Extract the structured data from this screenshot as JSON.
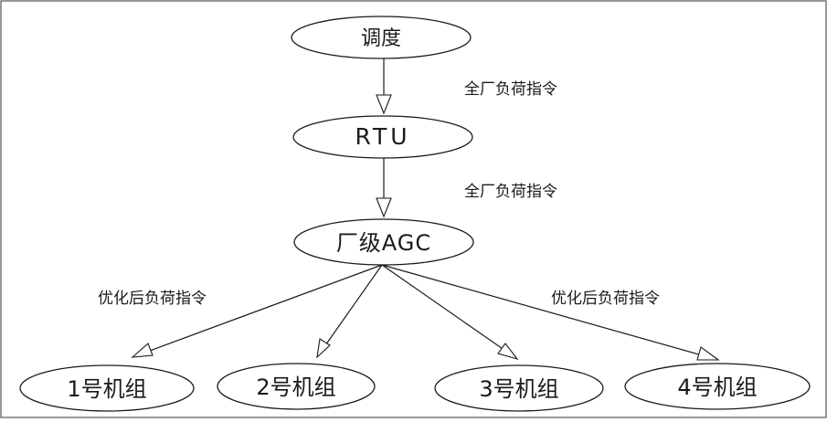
{
  "nodes": {
    "dispatch": "调度",
    "rtu": "RTU",
    "agc": "厂级AGC",
    "unit1": "1号机组",
    "unit2": "2号机组",
    "unit3": "3号机组",
    "unit4": "4号机组"
  },
  "edge_labels": {
    "dispatch_to_rtu": "全厂负荷指令",
    "rtu_to_agc": "全厂负荷指令",
    "agc_to_left_units": "优化后负荷指令",
    "agc_to_right_units": "优化后负荷指令"
  }
}
